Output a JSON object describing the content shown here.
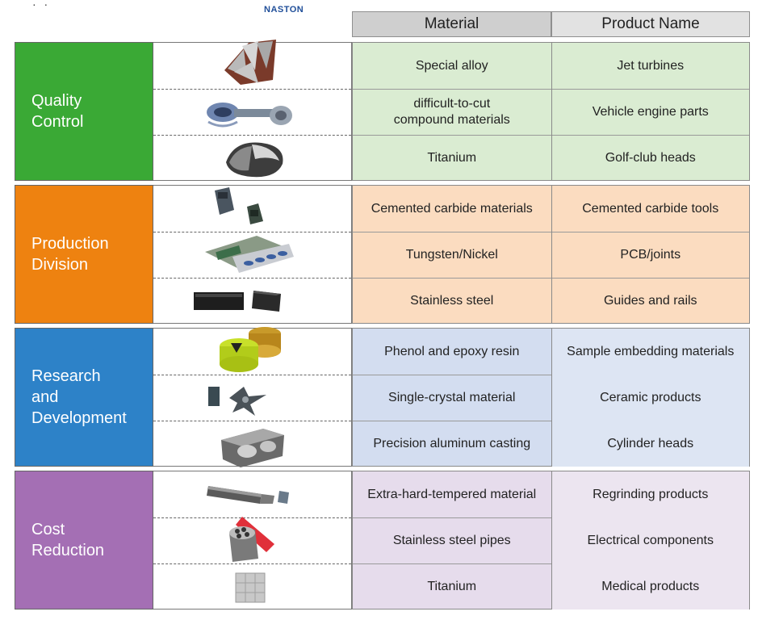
{
  "top": {
    "dots": "· ·",
    "brand": "NASTON"
  },
  "header": {
    "material": "Material",
    "product": "Product Name"
  },
  "colors": {
    "quality": "#3aa935",
    "production": "#ee8210",
    "research": "#2d82c8",
    "cost": "#a46fb4"
  },
  "groups": [
    {
      "label": "Quality\nControl",
      "cell_fill": "#daecd2",
      "rows": [
        {
          "material": "Special alloy",
          "product": "Jet turbines"
        },
        {
          "material": "difficult-to-cut\ncompound materials",
          "product": "Vehicle engine parts"
        },
        {
          "material": "Titanium",
          "product": "Golf-club heads"
        }
      ]
    },
    {
      "label": "Production\nDivision",
      "cell_fill": "#fbdcc0",
      "rows": [
        {
          "material": "Cemented carbide materials",
          "product": "Cemented carbide tools"
        },
        {
          "material": "Tungsten/Nickel",
          "product": "PCB/joints"
        },
        {
          "material": "Stainless steel",
          "product": "Guides and rails"
        }
      ]
    },
    {
      "label": "Research\nand\nDevelopment",
      "cell_fill": "#d3ddf0",
      "rows": [
        {
          "material": "Phenol and epoxy resin",
          "product": "Sample embedding materials"
        },
        {
          "material": "Single-crystal material",
          "product": "Ceramic products"
        },
        {
          "material": "Precision aluminum casting",
          "product": "Cylinder heads"
        }
      ]
    },
    {
      "label": "Cost\nReduction",
      "cell_fill": "#e6dcec",
      "rows": [
        {
          "material": "Extra-hard-tempered material",
          "product": "Regrinding products"
        },
        {
          "material": "Stainless steel pipes",
          "product": "Electrical components"
        },
        {
          "material": "Titanium",
          "product": "Medical products"
        }
      ]
    }
  ]
}
